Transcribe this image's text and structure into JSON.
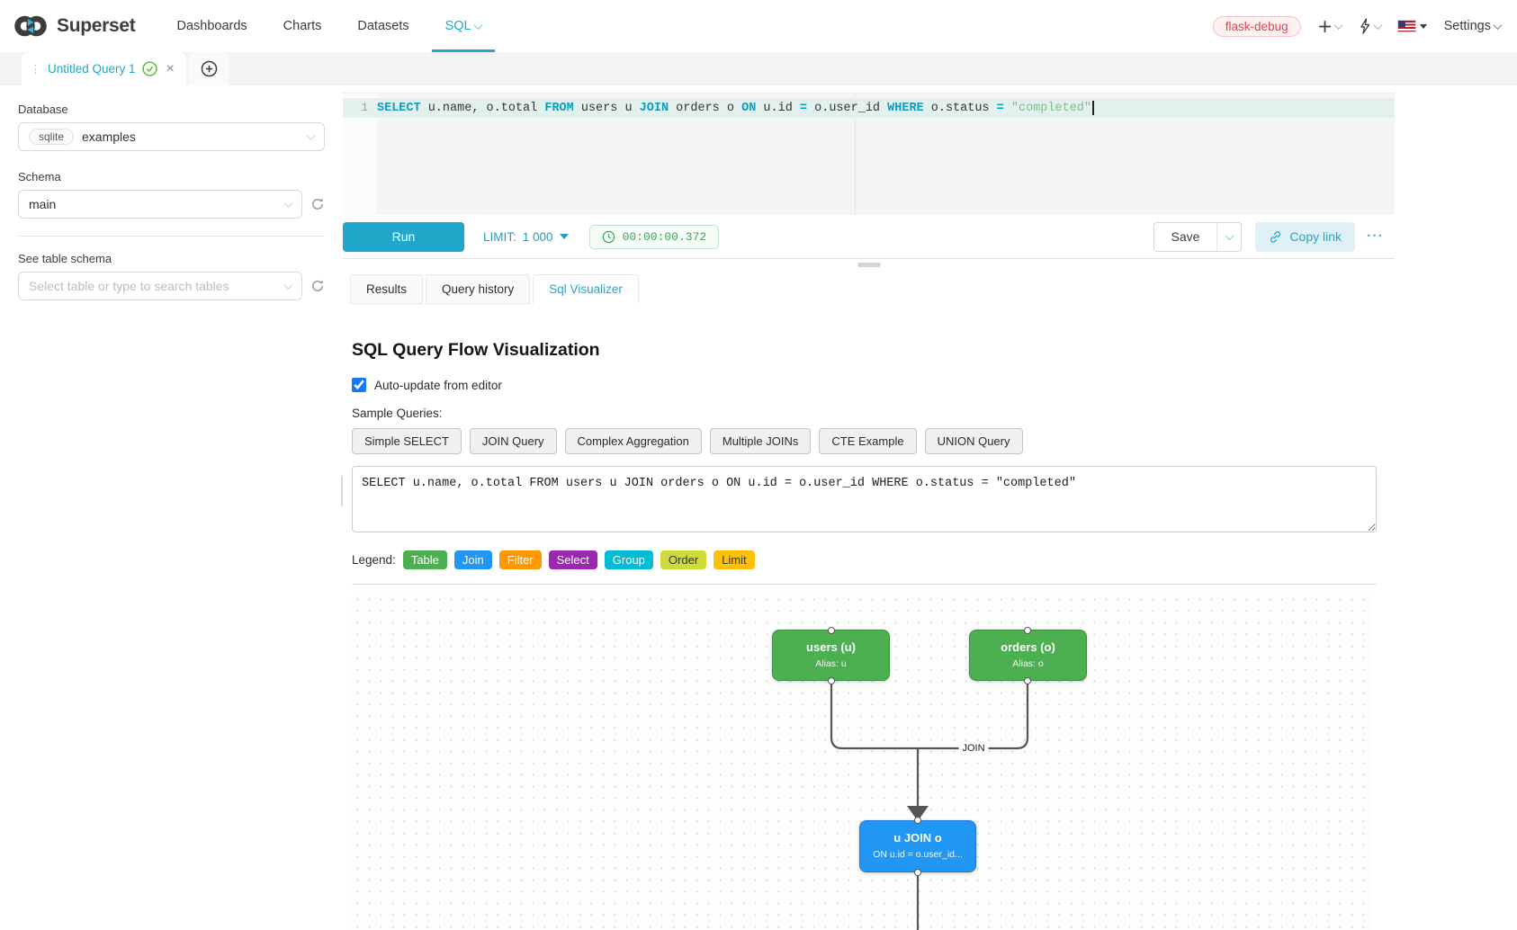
{
  "colors": {
    "primary": "#20a7c9",
    "badge_text": "#e04355",
    "timer_green": "#3fa45b",
    "checkbox": "#1677ff",
    "edge": "#555555"
  },
  "navbar": {
    "brand": "Superset",
    "items": [
      {
        "label": "Dashboards",
        "active": false,
        "chevron": false
      },
      {
        "label": "Charts",
        "active": false,
        "chevron": false
      },
      {
        "label": "Datasets",
        "active": false,
        "chevron": false
      },
      {
        "label": "SQL",
        "active": true,
        "chevron": true
      }
    ],
    "badge": "flask-debug",
    "settings_label": "Settings"
  },
  "tabbar": {
    "active_tab_title": "Untitled Query 1"
  },
  "sidebar": {
    "database_label": "Database",
    "database_engine": "sqlite",
    "database_name": "examples",
    "schema_label": "Schema",
    "schema_value": "main",
    "table_section_label": "See table schema",
    "table_placeholder": "Select table or type to search tables"
  },
  "editor": {
    "line_number": "1",
    "sql_tokens": [
      {
        "t": "kw",
        "v": "SELECT"
      },
      {
        "t": "tx",
        "v": " u.name, o.total "
      },
      {
        "t": "kw",
        "v": "FROM"
      },
      {
        "t": "tx",
        "v": " users u "
      },
      {
        "t": "kw",
        "v": "JOIN"
      },
      {
        "t": "tx",
        "v": " orders o "
      },
      {
        "t": "kw",
        "v": "ON"
      },
      {
        "t": "tx",
        "v": " u.id "
      },
      {
        "t": "op",
        "v": "="
      },
      {
        "t": "tx",
        "v": " o.user_id "
      },
      {
        "t": "kw",
        "v": "WHERE"
      },
      {
        "t": "tx",
        "v": " o.status "
      },
      {
        "t": "op",
        "v": "="
      },
      {
        "t": "tx",
        "v": " "
      },
      {
        "t": "str",
        "v": "\"completed\""
      }
    ]
  },
  "toolbar": {
    "run_label": "Run",
    "limit_label": "LIMIT:",
    "limit_value": "1 000",
    "elapsed_time": "00:00:00.372",
    "save_label": "Save",
    "copy_link_label": "Copy link",
    "more_label": "···"
  },
  "results_panel": {
    "tabs": [
      {
        "label": "Results",
        "active": false
      },
      {
        "label": "Query history",
        "active": false
      },
      {
        "label": "Sql Visualizer",
        "active": true
      }
    ]
  },
  "visualizer": {
    "title": "SQL Query Flow Visualization",
    "auto_update_label": "Auto-update from editor",
    "auto_update_checked": true,
    "sample_queries_label": "Sample Queries:",
    "sample_queries": [
      "Simple SELECT",
      "JOIN Query",
      "Complex Aggregation",
      "Multiple JOINs",
      "CTE Example",
      "UNION Query"
    ],
    "query_text": "SELECT u.name, o.total FROM users u JOIN orders o ON u.id = o.user_id WHERE o.status = \"completed\"",
    "legend_label": "Legend:",
    "legend": [
      {
        "label": "Table",
        "color": "#4caf50",
        "text": "#ffffff"
      },
      {
        "label": "Join",
        "color": "#2196f3",
        "text": "#ffffff"
      },
      {
        "label": "Filter",
        "color": "#ff9800",
        "text": "#ffffff"
      },
      {
        "label": "Select",
        "color": "#9c27b0",
        "text": "#ffffff"
      },
      {
        "label": "Group",
        "color": "#00bcd4",
        "text": "#ffffff"
      },
      {
        "label": "Order",
        "color": "#cddc39",
        "text": "#333333"
      },
      {
        "label": "Limit",
        "color": "#ffc107",
        "text": "#333333"
      }
    ],
    "flow": {
      "edge_label": "JOIN",
      "nodes": [
        {
          "title": "users (u)",
          "subtitle": "Alias: u",
          "color": "#4caf50",
          "border": "#3d8b40"
        },
        {
          "title": "orders (o)",
          "subtitle": "Alias: o",
          "color": "#4caf50",
          "border": "#3d8b40"
        },
        {
          "title": "u JOIN o",
          "subtitle": "ON u.id = o.user_id...",
          "color": "#2196f3",
          "border": "#1976d2"
        }
      ]
    }
  }
}
